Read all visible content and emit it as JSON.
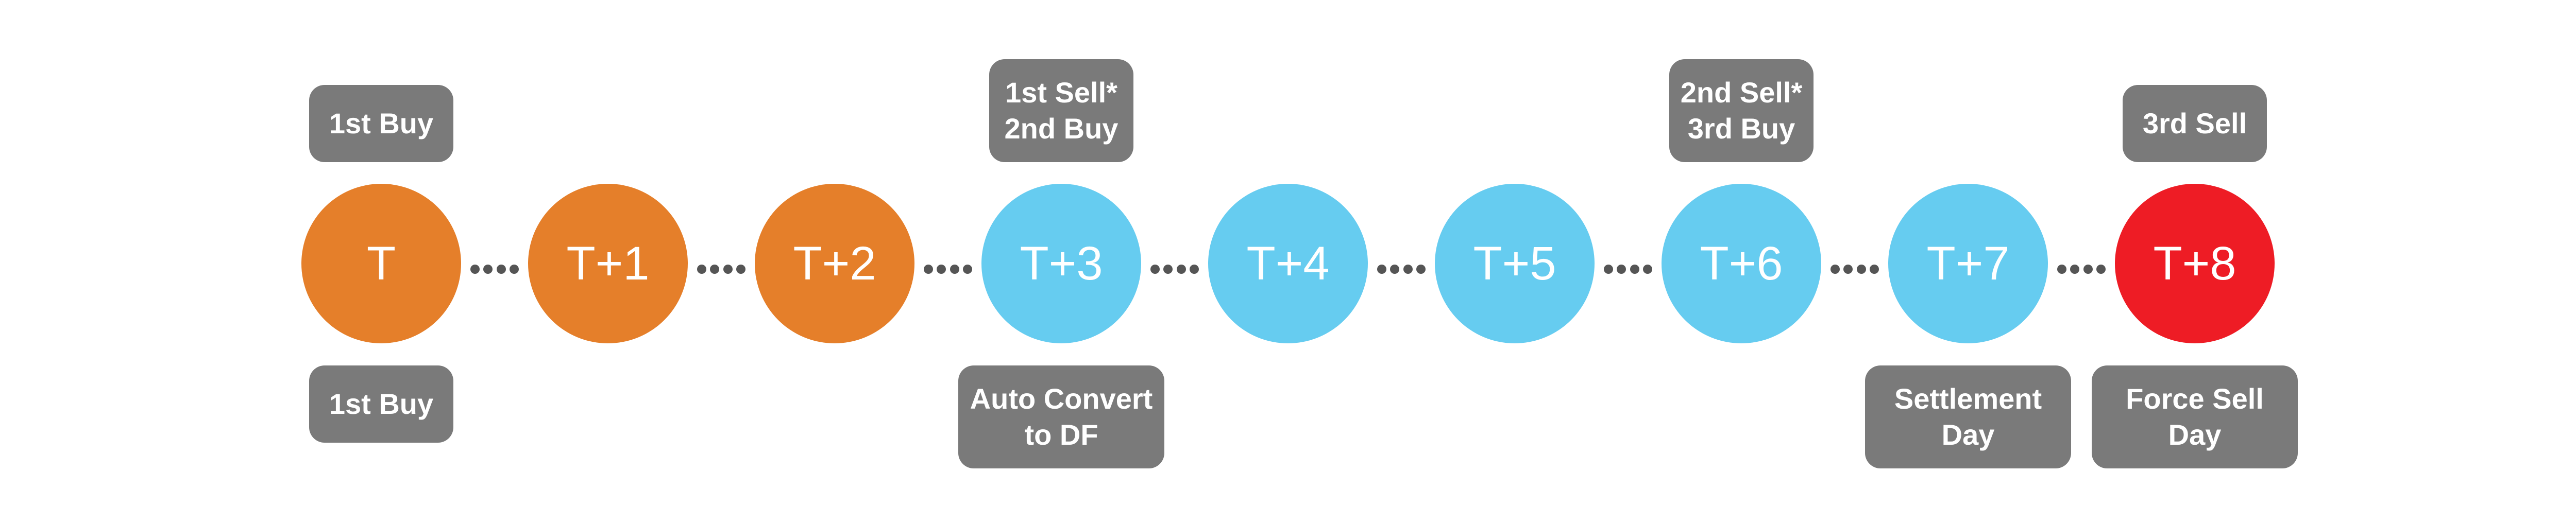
{
  "colors": {
    "done": "#e57f2a",
    "pending": "#66ccf0",
    "force": "#ee1c25",
    "label_bg": "#7a7a7a",
    "dots": "#555555"
  },
  "days": [
    {
      "label": "T",
      "status": "done"
    },
    {
      "label": "T+1",
      "status": "done"
    },
    {
      "label": "T+2",
      "status": "done"
    },
    {
      "label": "T+3",
      "status": "pending"
    },
    {
      "label": "T+4",
      "status": "pending"
    },
    {
      "label": "T+5",
      "status": "pending"
    },
    {
      "label": "T+6",
      "status": "pending"
    },
    {
      "label": "T+7",
      "status": "pending"
    },
    {
      "label": "T+8",
      "status": "force"
    }
  ],
  "top_labels": [
    {
      "day": 0,
      "lines": [
        "1st Buy"
      ]
    },
    {
      "day": 3,
      "lines": [
        "1st Sell*",
        "2nd Buy"
      ]
    },
    {
      "day": 6,
      "lines": [
        "2nd Sell*",
        "3rd Buy"
      ]
    },
    {
      "day": 8,
      "lines": [
        "3rd Sell"
      ]
    }
  ],
  "bottom_labels": [
    {
      "day": 0,
      "lines": [
        "1st Buy"
      ]
    },
    {
      "day": 3,
      "lines": [
        "Auto Convert",
        "to DF"
      ]
    },
    {
      "day": 7,
      "lines": [
        "Settlement",
        "Day"
      ]
    },
    {
      "day": 8,
      "lines": [
        "Force Sell",
        "Day"
      ]
    }
  ]
}
